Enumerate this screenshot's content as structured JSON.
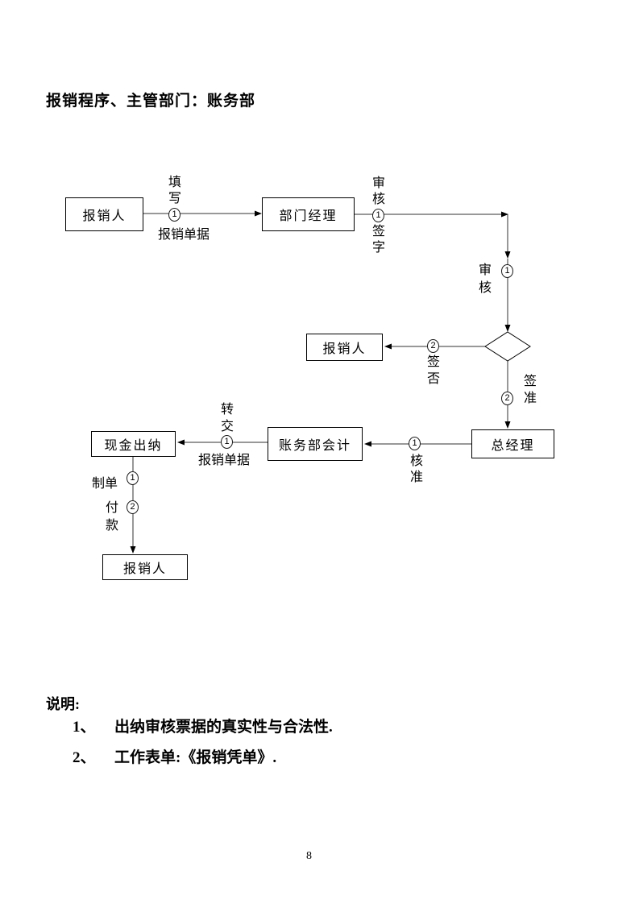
{
  "page": {
    "title": "报销程序、主管部门：账务部",
    "page_number": "8"
  },
  "flowchart": {
    "nodes": {
      "applicant_start": "报销人",
      "dept_manager": "部门经理",
      "applicant_rejected": "报销人",
      "general_manager": "总经理",
      "finance_accountant": "账务部会计",
      "cashier": "现金出纳",
      "applicant_paid": "报销人"
    },
    "edge_labels": {
      "fill_in": "填写",
      "reimburse_docs_1": "报销单据",
      "audit_1": "审核",
      "sign": "签字",
      "audit_2": "审核",
      "sign_no": "签否",
      "sign_approve": "签准",
      "verify": "核准",
      "transfer": "转交",
      "reimburse_docs_2": "报销单据",
      "make_voucher": "制单",
      "pay": "付款"
    },
    "step_numbers": {
      "fill_in": "1",
      "dept_sign": "1",
      "gm_audit": "1",
      "reject": "2",
      "approve": "2",
      "verify": "1",
      "transfer": "1",
      "voucher": "1",
      "pay": "2"
    }
  },
  "notes": {
    "heading": "说明:",
    "items": [
      {
        "num": "1、",
        "text": "出纳审核票据的真实性与合法性."
      },
      {
        "num": "2、",
        "text": "工作表单:《报销凭单》."
      }
    ]
  }
}
